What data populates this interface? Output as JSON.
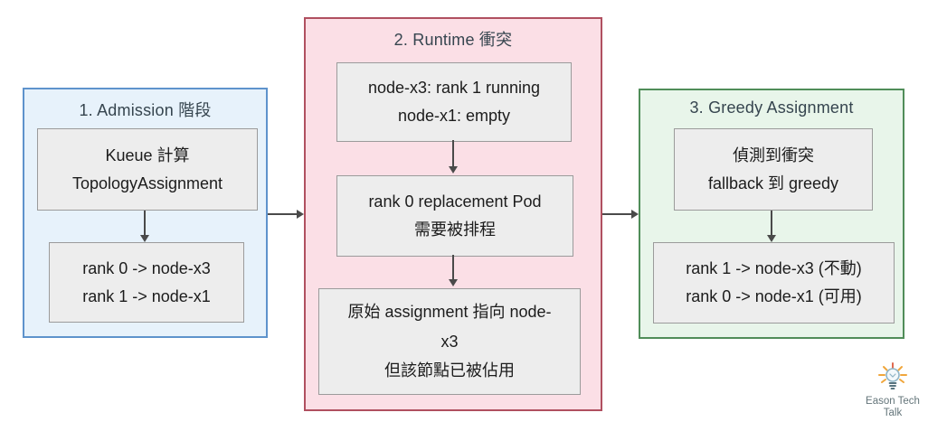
{
  "diagram": {
    "background": "#ffffff",
    "arrow_color": "#4a4a4a",
    "node_box_style": {
      "bg": "#ededed",
      "border": "#9b9b9b",
      "text_color": "#1c1c1c"
    }
  },
  "panels": [
    {
      "title": "1. Admission 階段",
      "colors": {
        "bg": "#e7f2fb",
        "border": "#5e93cc"
      },
      "boxes": [
        {
          "lines": [
            "Kueue 計算",
            "TopologyAssignment"
          ]
        },
        {
          "lines": [
            "rank 0 -> node-x3",
            "rank 1 -> node-x1"
          ]
        }
      ]
    },
    {
      "title": "2. Runtime 衝突",
      "colors": {
        "bg": "#fbdfe6",
        "border": "#b05060"
      },
      "boxes": [
        {
          "lines": [
            "node-x3: rank 1 running",
            "node-x1: empty"
          ]
        },
        {
          "lines": [
            "rank 0 replacement Pod",
            "需要被排程"
          ]
        },
        {
          "lines": [
            "原始 assignment 指向 node-",
            "x3",
            "但該節點已被佔用"
          ]
        }
      ]
    },
    {
      "title": "3. Greedy Assignment",
      "colors": {
        "bg": "#e8f5ea",
        "border": "#508d59"
      },
      "boxes": [
        {
          "lines": [
            "偵測到衝突",
            "fallback 到 greedy"
          ]
        },
        {
          "lines": [
            "rank 1 -> node-x3 (不動)",
            "rank 0 -> node-x1 (可用)"
          ]
        }
      ]
    }
  ],
  "logo": {
    "icon": "lightbulb-icon",
    "line1": "Eason Tech",
    "line2": "Talk",
    "text_color": "#64757a",
    "ray_color": "#f0a63c",
    "bulb_color": "#8fb4c6"
  }
}
